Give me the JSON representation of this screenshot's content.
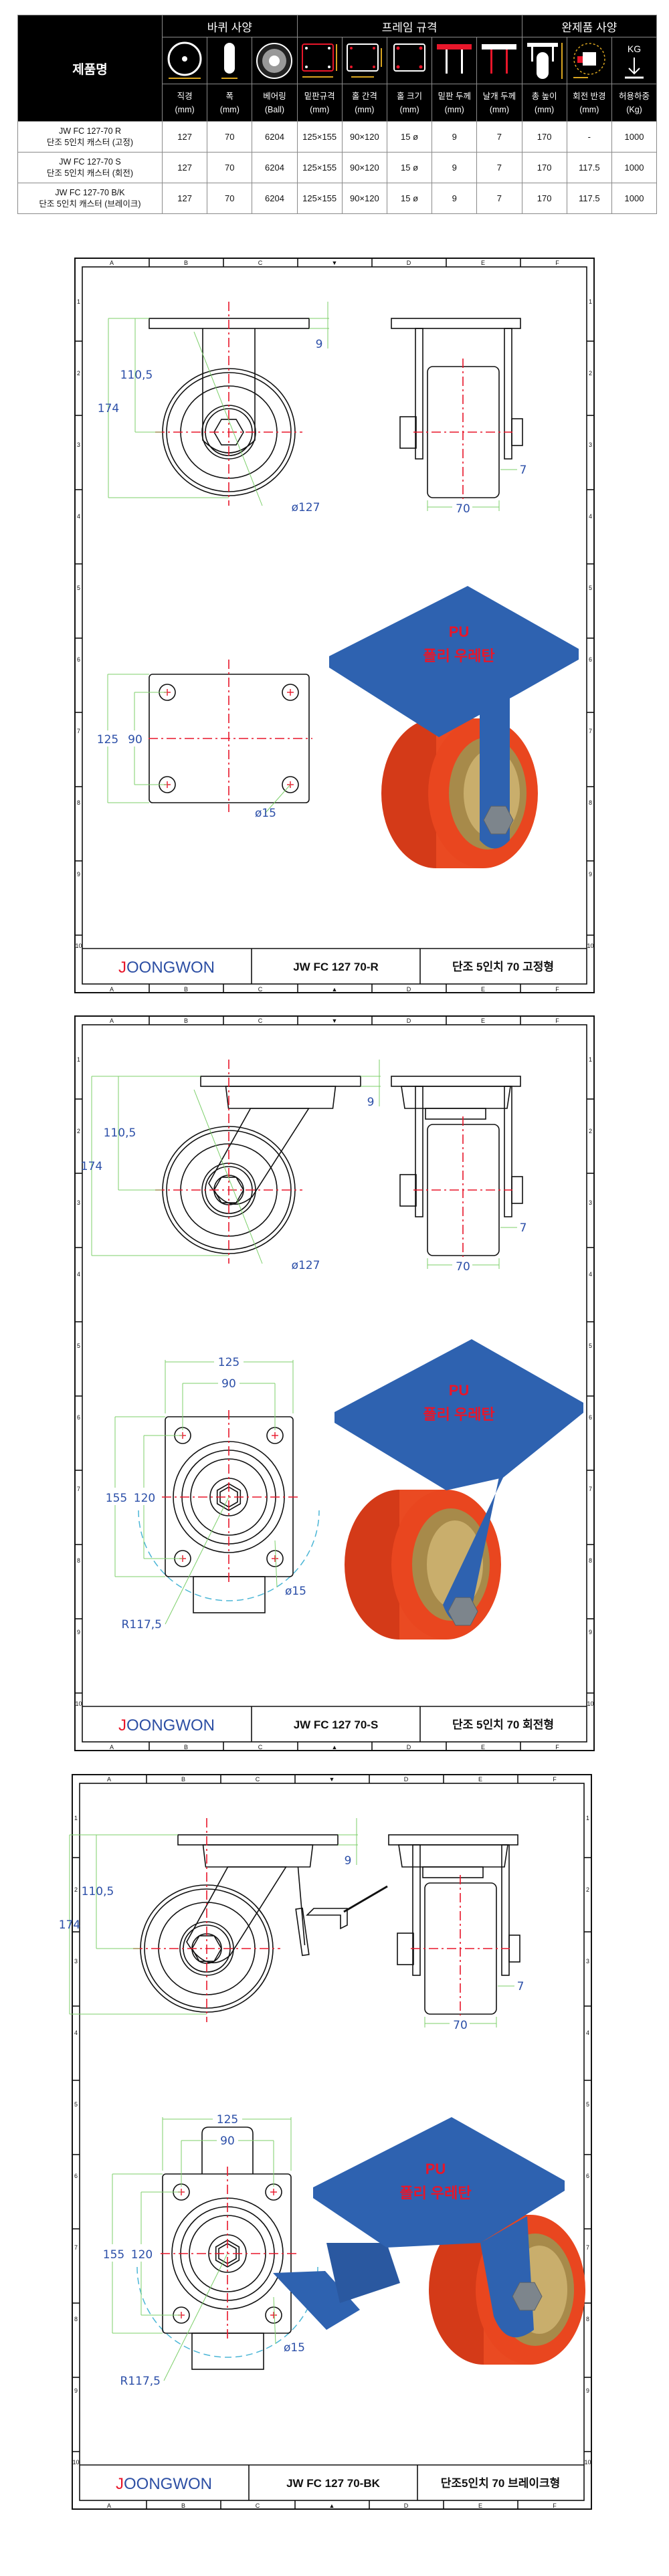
{
  "spec_table": {
    "product_name_header": "제품명",
    "groups": [
      "바퀴 사양",
      "프레임 규격",
      "완제품 사양"
    ],
    "load_icon_label": "KG",
    "columns": [
      {
        "name": "직경",
        "unit": "(mm)"
      },
      {
        "name": "폭",
        "unit": "(mm)"
      },
      {
        "name": "베어링",
        "unit": "(Ball)"
      },
      {
        "name": "밑판규격",
        "unit": "(mm)"
      },
      {
        "name": "홀 간격",
        "unit": "(mm)"
      },
      {
        "name": "홀 크기",
        "unit": "(mm)"
      },
      {
        "name": "밑판 두께",
        "unit": "(mm)"
      },
      {
        "name": "날개 두께",
        "unit": "(mm)"
      },
      {
        "name": "총 높이",
        "unit": "(mm)"
      },
      {
        "name": "회전 반경",
        "unit": "(mm)"
      },
      {
        "name": "허용하중",
        "unit": "(Kg)"
      }
    ],
    "rows": [
      {
        "model": "JW FC 127-70 R",
        "desc": "단조 5인치 캐스터 (고정)",
        "values": [
          "127",
          "70",
          "6204",
          "125×155",
          "90×120",
          "15 ø",
          "9",
          "7",
          "170",
          "-",
          "1000"
        ]
      },
      {
        "model": "JW FC 127-70 S",
        "desc": "단조 5인치 캐스터 (회전)",
        "values": [
          "127",
          "70",
          "6204",
          "125×155",
          "90×120",
          "15 ø",
          "9",
          "7",
          "170",
          "117.5",
          "1000"
        ]
      },
      {
        "model": "JW FC 127-70 B/K",
        "desc": "단조 5인치 캐스터 (브레이크)",
        "values": [
          "127",
          "70",
          "6204",
          "125×155",
          "90×120",
          "15 ø",
          "9",
          "7",
          "170",
          "117.5",
          "1000"
        ]
      }
    ]
  },
  "ruler": {
    "cols": [
      "A",
      "B",
      "C",
      "▼",
      "D",
      "E",
      "F"
    ],
    "cols_bottom": [
      "A",
      "B",
      "C",
      "▲",
      "D",
      "E",
      "F"
    ],
    "rows": [
      "1",
      "2",
      "3",
      "4",
      "5",
      "6",
      "7",
      "8",
      "9",
      "10"
    ]
  },
  "sheets": [
    {
      "variant": "fixed",
      "logo": {
        "first": "J",
        "rest": "OONGWON"
      },
      "model": "JW FC 127 70-R",
      "title": "단조 5인치 70 고정형",
      "dims": {
        "total_height": "174",
        "axle_height": "110,5",
        "plate_thickness": "9",
        "wheel_dia": "ø127",
        "width": "70",
        "leg": "7",
        "plate_outer": "125",
        "plate_holes": "90",
        "hole": "ø15"
      },
      "material": {
        "code": "PU",
        "name": "폴리 우레탄"
      }
    },
    {
      "variant": "swivel",
      "logo": {
        "first": "J",
        "rest": "OONGWON"
      },
      "model": "JW FC 127 70-S",
      "title": "단조 5인치 70 회전형",
      "dims": {
        "total_height": "174",
        "axle_height": "110,5",
        "plate_thickness": "9",
        "wheel_dia": "ø127",
        "width": "70",
        "leg": "7",
        "plate_w": "125",
        "plate_w_holes": "90",
        "plate_h": "155",
        "plate_h_holes": "120",
        "hole": "ø15",
        "radius": "R117,5"
      },
      "material": {
        "code": "PU",
        "name": "폴리 우레탄"
      }
    },
    {
      "variant": "brake",
      "logo": {
        "first": "J",
        "rest": "OONGWON"
      },
      "model": "JW FC 127 70-BK",
      "title": "단조5인치 70 브레이크형",
      "dims": {
        "total_height": "174",
        "axle_height": "110,5",
        "plate_thickness": "9",
        "width": "70",
        "leg": "7",
        "plate_w": "125",
        "plate_w_holes": "90",
        "plate_h": "155",
        "plate_h_holes": "120",
        "hole": "ø15",
        "radius": "R117,5"
      },
      "material": {
        "code": "PU",
        "name": "폴리 우레탄"
      }
    }
  ],
  "colors": {
    "dim_text": "#2c4fa8",
    "dim_line": "#7ccf6a",
    "center_line": "#e8162a",
    "plate_blue": "#2e62b0",
    "wheel_red": "#ea4a22",
    "logo_j": "#e8162a",
    "logo_blue": "#2d4fa4"
  }
}
